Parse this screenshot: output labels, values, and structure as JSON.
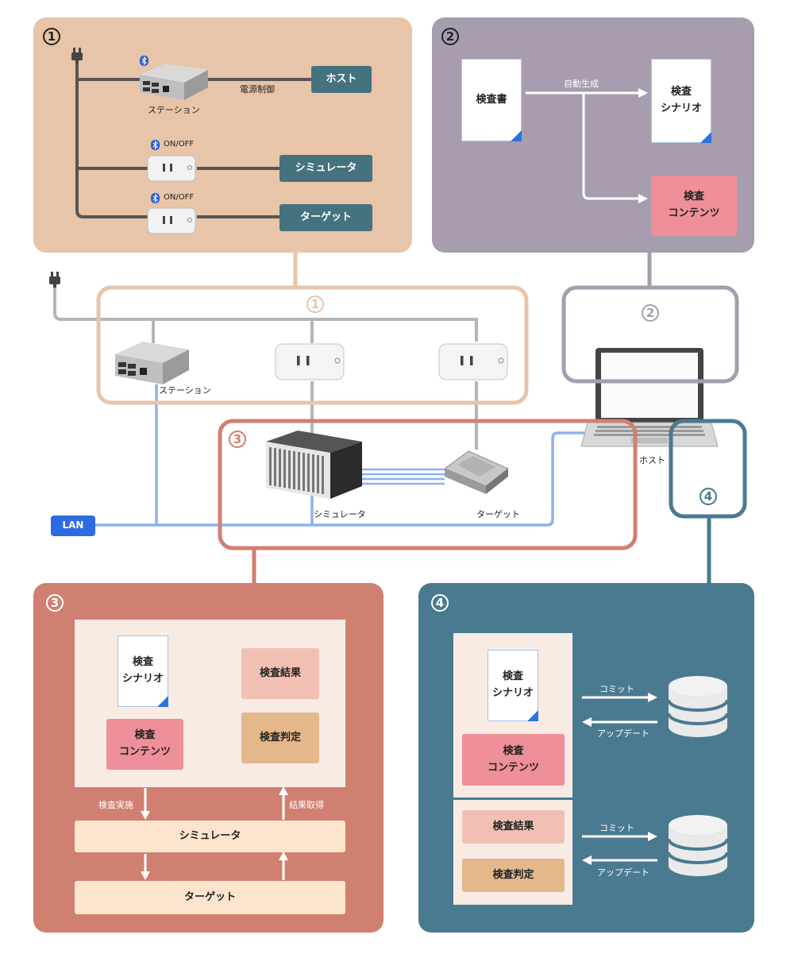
{
  "badges": {
    "one": "1",
    "two": "2",
    "three": "3",
    "four": "4"
  },
  "panel1": {
    "station_label": "ステーション",
    "host": "ホスト",
    "power_control": "電源制御",
    "onoff1": "ON/OFF",
    "onoff2": "ON/OFF",
    "simulator": "シミュレータ",
    "target": "ターゲット"
  },
  "panel2": {
    "spec_doc": "検査書",
    "auto_gen": "自動生成",
    "scenario": "検査\nシナリオ",
    "contents": "検査\nコンテンツ"
  },
  "middle": {
    "station_label": "ステーション",
    "host_label": "ホスト",
    "simulator_label": "シミュレータ",
    "target_label": "ターゲット",
    "lan": "LAN"
  },
  "panel3": {
    "scenario": "検査\nシナリオ",
    "contents": "検査\nコンテンツ",
    "result": "検査結果",
    "judgement": "検査判定",
    "run": "検査実施",
    "fetch": "結果取得",
    "simulator": "シミュレータ",
    "target": "ターゲット"
  },
  "panel4": {
    "scenario": "検査\nシナリオ",
    "contents": "検査\nコンテンツ",
    "result": "検査結果",
    "judgement": "検査判定",
    "commit1": "コミット",
    "update1": "アップデート",
    "commit2": "コミット",
    "update2": "アップデート"
  },
  "colors": {
    "panel1_bg": "#e8c4a8",
    "panel2_bg": "#a79daf",
    "panel3_bg": "#d08070",
    "panel4_bg": "#4a7a90",
    "lan": "#2f6be0",
    "cable_blue": "#8cb2ee"
  }
}
